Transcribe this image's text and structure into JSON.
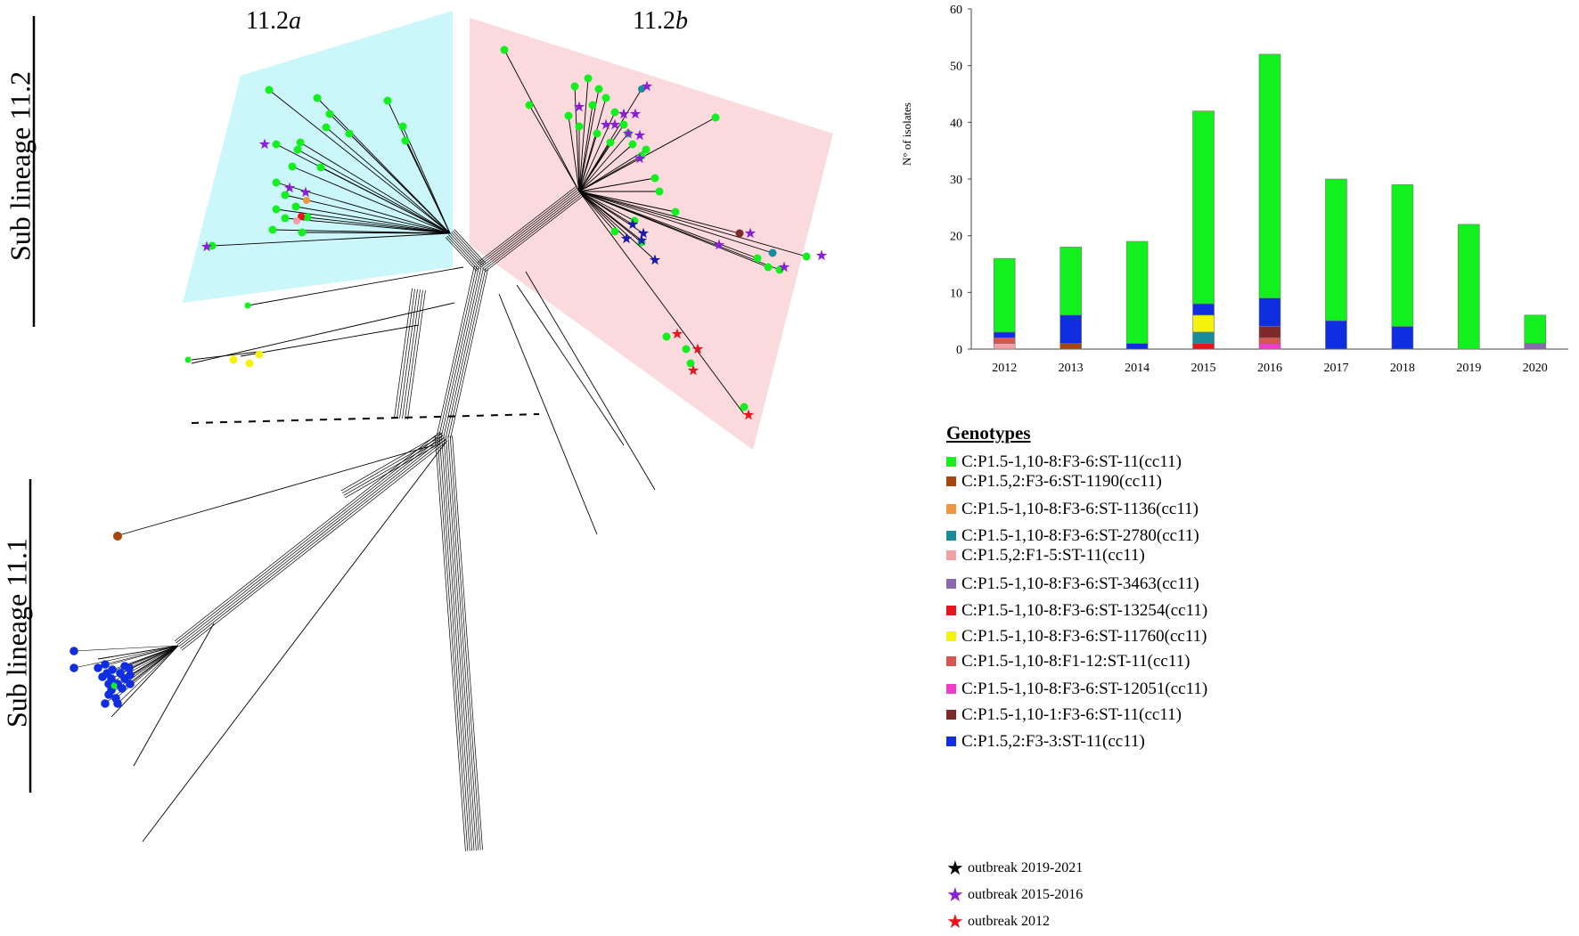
{
  "network": {
    "cluster_a_label": "11.2a",
    "cluster_a_prefix": "11.2",
    "cluster_a_suffix": "a",
    "cluster_b_prefix": "11.2",
    "cluster_b_suffix": "b",
    "sublineage_top": "Sub lineage 11.2",
    "sublineage_bottom": "Sub lineage 11.1",
    "cluster_a_color": "#ccf7fa",
    "cluster_b_color": "#fadadd"
  },
  "chart_data": {
    "type": "bar",
    "stacked": true,
    "categories": [
      "2012",
      "2013",
      "2014",
      "2015",
      "2016",
      "2017",
      "2018",
      "2019",
      "2020"
    ],
    "ylabel": "N° of isolates",
    "ylim": [
      0,
      60
    ],
    "yticks": [
      0,
      10,
      20,
      30,
      40,
      50,
      60
    ],
    "series": [
      {
        "name": "C:P1.5-1,10-8:F3-6:ST-13254(cc11)",
        "color": "#e8141c",
        "values": [
          0,
          0,
          0,
          1,
          0,
          0,
          0,
          0,
          0
        ]
      },
      {
        "name": "C:P1.5-1,10-8:F3-6:ST-12051(cc11)",
        "color": "#f03cc6",
        "values": [
          0,
          0,
          0,
          0,
          1,
          0,
          0,
          0,
          0
        ]
      },
      {
        "name": "C:P1.5,2:F1-5:ST-11(cc11)",
        "color": "#f2a0a4",
        "values": [
          1,
          0,
          0,
          0,
          0,
          0,
          0,
          0,
          0
        ]
      },
      {
        "name": "C:P1.5-1,10-8:F1-12:ST-11(cc11)",
        "color": "#d9534f",
        "values": [
          1,
          0,
          0,
          0,
          1,
          0,
          0,
          0,
          0
        ]
      },
      {
        "name": "C:P1.5,2:F3-6:ST-1190(cc11)",
        "color": "#a8460f",
        "values": [
          0,
          1,
          0,
          0,
          0,
          0,
          0,
          0,
          0
        ]
      },
      {
        "name": "C:P1.5-1,10-8:F3-6:ST-2780(cc11)",
        "color": "#1a8c99",
        "values": [
          0,
          0,
          0,
          2,
          0,
          0,
          0,
          0,
          0
        ]
      },
      {
        "name": "C:P1.5-1,10-8:F3-6:ST-11760(cc11)",
        "color": "#f5f20c",
        "values": [
          0,
          0,
          0,
          3,
          0,
          0,
          0,
          0,
          0
        ]
      },
      {
        "name": "C:P1.5-1,10-1:F3-6:ST-11(cc11)",
        "color": "#7f2a2a",
        "values": [
          0,
          0,
          0,
          0,
          2,
          0,
          0,
          0,
          0
        ]
      },
      {
        "name": "C:P1.5-1,10-8:F3-6:ST-3463(cc11)",
        "color": "#8a68b0",
        "values": [
          0,
          0,
          0,
          0,
          0,
          0,
          0,
          0,
          1
        ]
      },
      {
        "name": "C:P1.5,2:F3-3:ST-11(cc11)",
        "color": "#0f2ee0",
        "values": [
          1,
          5,
          1,
          2,
          5,
          5,
          4,
          0,
          0
        ]
      },
      {
        "name": "C:P1.5-1,10-8:F3-6:ST-11(cc11)",
        "color": "#12f01e",
        "values": [
          13,
          12,
          18,
          34,
          43,
          25,
          25,
          22,
          5
        ]
      }
    ]
  },
  "legend": {
    "title": "Genotypes",
    "items": [
      {
        "label": "C:P1.5-1,10-8:F3-6:ST-11(cc11)",
        "color": "#12f01e"
      },
      {
        "label": "C:P1.5,2:F3-6:ST-1190(cc11)",
        "color": "#a8460f"
      },
      {
        "label": "C:P1.5-1,10-8:F3-6:ST-1136(cc11)",
        "color": "#f0963c"
      },
      {
        "label": "C:P1.5-1,10-8:F3-6:ST-2780(cc11)",
        "color": "#1a8c99"
      },
      {
        "label": "C:P1.5,2:F1-5:ST-11(cc11)",
        "color": "#f2a0a4"
      },
      {
        "label": "C:P1.5-1,10-8:F3-6:ST-3463(cc11)",
        "color": "#8a68b0"
      },
      {
        "label": "C:P1.5-1,10-8:F3-6:ST-13254(cc11)",
        "color": "#e8141c"
      },
      {
        "label": "C:P1.5-1,10-8:F3-6:ST-11760(cc11)",
        "color": "#f5f20c"
      },
      {
        "label": "C:P1.5-1,10-8:F1-12:ST-11(cc11)",
        "color": "#d9534f"
      },
      {
        "label": "C:P1.5-1,10-8:F3-6:ST-12051(cc11)",
        "color": "#f03cc6"
      },
      {
        "label": "C:P1.5-1,10-1:F3-6:ST-11(cc11)",
        "color": "#7f2a2a"
      },
      {
        "label": "C:P1.5,2:F3-3:ST-11(cc11)",
        "color": "#0f2ee0"
      }
    ]
  },
  "outbreaks": [
    {
      "label": "outbreak 2019-2021",
      "color": "#000000",
      "symbol": "★"
    },
    {
      "label": "outbreak 2015-2016",
      "color": "#8a1fd6",
      "symbol": "★"
    },
    {
      "label": "outbreak 2012",
      "color": "#e8141c",
      "symbol": "★"
    }
  ]
}
